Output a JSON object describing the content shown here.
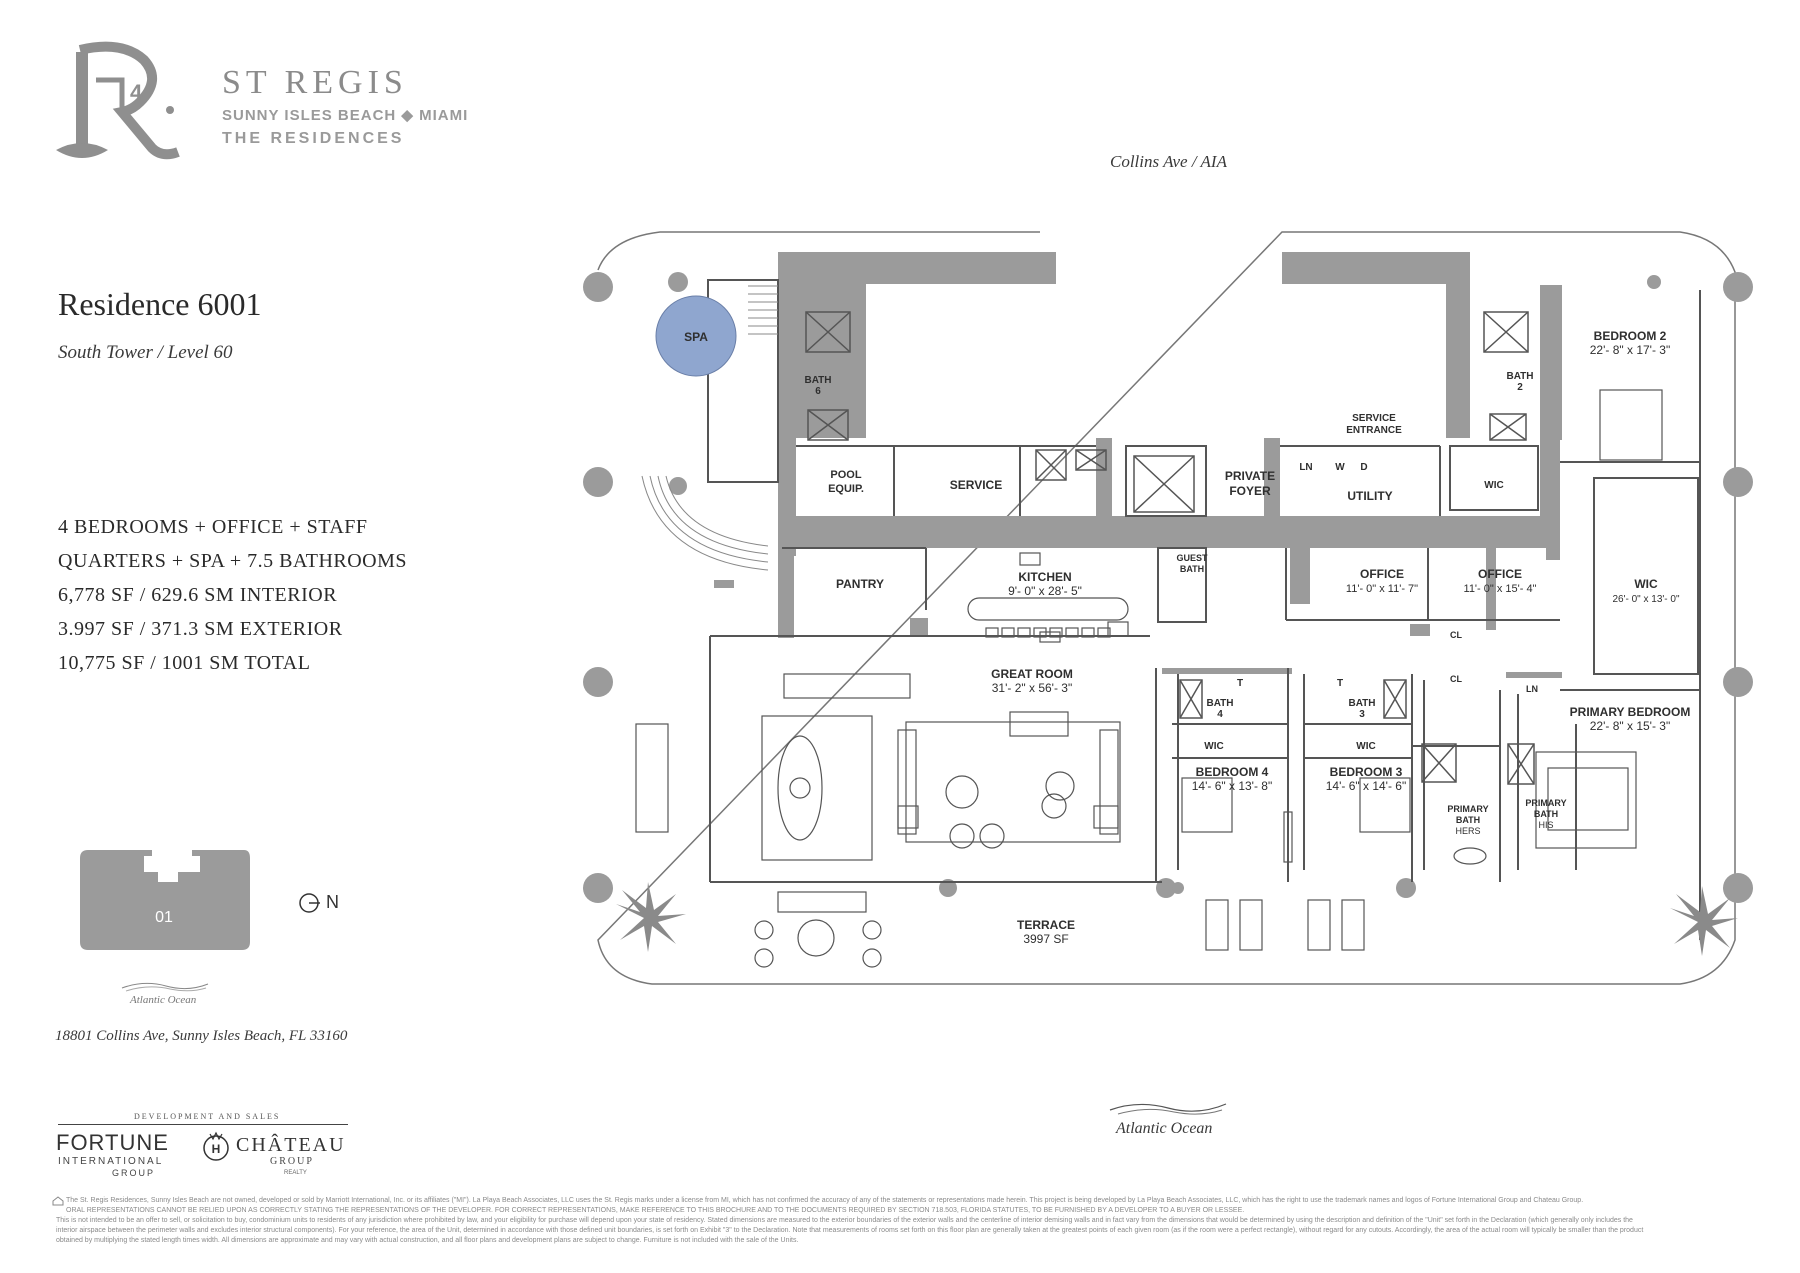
{
  "brand": {
    "name": "ST REGIS",
    "location": "SUNNY ISLES BEACH ◆ MIAMI",
    "tagline": "THE RESIDENCES"
  },
  "residence": {
    "title": "Residence 6001",
    "subtitle": "South Tower / Level 60",
    "specs": [
      "4 BEDROOMS + OFFICE + STAFF",
      "QUARTERS + SPA + 7.5 BATHROOMS",
      "6,778 SF / 629.6 SM INTERIOR",
      "3.997 SF / 371.3 SM EXTERIOR",
      "10,775 SF / 1001 SM TOTAL"
    ]
  },
  "orientation": {
    "street": "Collins Ave / AIA",
    "ocean": "Atlantic Ocean",
    "north": "N"
  },
  "keyplan": {
    "unit": "01",
    "ocean": "Atlantic Ocean"
  },
  "address": "18801 Collins Ave, Sunny Isles Beach, FL 33160",
  "developers": {
    "heading": "DEVELOPMENT AND SALES",
    "fortune": "FORTUNE",
    "fortune_sub": "INTERNATIONAL",
    "fortune_group": "GROUP",
    "chateau": "CHÂTEAU",
    "chateau_group": "GROUP",
    "chateau_tag": "REALTY"
  },
  "rooms": {
    "spa": "SPA",
    "bath6": [
      "BATH",
      "6"
    ],
    "pool_equip": [
      "POOL",
      "EQUIP."
    ],
    "service": "SERVICE",
    "private_foyer": [
      "PRIVATE",
      "FOYER"
    ],
    "service_entrance": [
      "SERVICE",
      "ENTRANCE"
    ],
    "ln": "LN",
    "w": "W",
    "d": "D",
    "utility": "UTILITY",
    "bath2": [
      "BATH",
      "2"
    ],
    "bedroom2": {
      "name": "BEDROOM 2",
      "dims": "22'- 8\" x 17'- 3\""
    },
    "wic_bed2": "WIC",
    "pantry": "PANTRY",
    "kitchen": {
      "name": "KITCHEN",
      "dims": "9'- 0\" x 28'- 5\""
    },
    "guest_bath": [
      "GUEST",
      "BATH"
    ],
    "office1": {
      "name": "OFFICE",
      "dims": "11'- 0\" x 11'- 7\""
    },
    "office2": {
      "name": "OFFICE",
      "dims": "11'- 0\" x 15'- 4\""
    },
    "wic_primary": {
      "name": "WIC",
      "dims": "26'- 0\" x 13'- 0\""
    },
    "cl": "CL",
    "great_room": {
      "name": "GREAT ROOM",
      "dims": "31'- 2\" x 56'- 3\""
    },
    "bath4": [
      "BATH",
      "4"
    ],
    "bath3": [
      "BATH",
      "3"
    ],
    "wic": "WIC",
    "bedroom4": {
      "name": "BEDROOM 4",
      "dims": "14'- 6\" x 13'- 8\""
    },
    "bedroom3": {
      "name": "BEDROOM 3",
      "dims": "14'- 6\" x 14'- 6\""
    },
    "primary_bedroom": {
      "name": "PRIMARY BEDROOM",
      "dims": "22'- 8\" x 15'- 3\""
    },
    "primary_bath_hers": [
      "PRIMARY",
      "BATH",
      "HERS"
    ],
    "primary_bath_his": [
      "PRIMARY",
      "BATH",
      "HIS"
    ],
    "t": "T",
    "terrace": {
      "name": "TERRACE",
      "area": "3997 SF"
    }
  },
  "disclaimer": [
    "The St. Regis Residences, Sunny Isles Beach are not owned, developed or sold by Marriott International, Inc. or its affiliates (\"MI\"). La Playa Beach Associates, LLC uses the St. Regis marks under a license from MI, which has not confirmed the accuracy of any of the statements or representations made herein. This project is being developed by La Playa Beach Associates, LLC, which has the right to use the trademark names and logos of Fortune International Group and Chateau Group.",
    "ORAL REPRESENTATIONS CANNOT BE RELIED UPON AS CORRECTLY STATING THE REPRESENTATIONS OF THE DEVELOPER. FOR CORRECT REPRESENTATIONS, MAKE REFERENCE TO THIS BROCHURE AND TO THE DOCUMENTS REQUIRED BY SECTION 718.503, FLORIDA STATUTES, TO BE FURNISHED BY A DEVELOPER TO A BUYER OR LESSEE.",
    "This is not intended to be an offer to sell, or solicitation to buy, condominium units to residents of any jurisdiction where prohibited by law, and your eligibility for purchase will depend upon your state of residency. Stated dimensions are measured to the exterior boundaries of the exterior walls and the centerline of interior demising walls and in fact vary from the dimensions that would be determined by using the description and definition of the \"Unit\" set forth in the Declaration (which generally only includes the",
    "interior airspace between the perimeter walls and excludes interior structural components). For your reference, the area of the Unit, determined in accordance with those defined unit boundaries, is set forth on Exhibit \"3\" to the Declaration. Note that measurements of rooms set forth on this floor plan are generally taken at the greatest points of each given room (as if the room were a perfect rectangle), without regard for any cutouts. Accordingly, the area of the actual room will typically be smaller than the product",
    "obtained by multiplying the stated length times width. All dimensions are approximate and may vary with actual construction, and all floor plans and development plans are subject to change. Furniture is not included with the sale of the Units."
  ],
  "colors": {
    "wall": "#9b9b9b",
    "spa": "#8fa6cf",
    "line": "#666666",
    "text": "#3a3a3a"
  }
}
